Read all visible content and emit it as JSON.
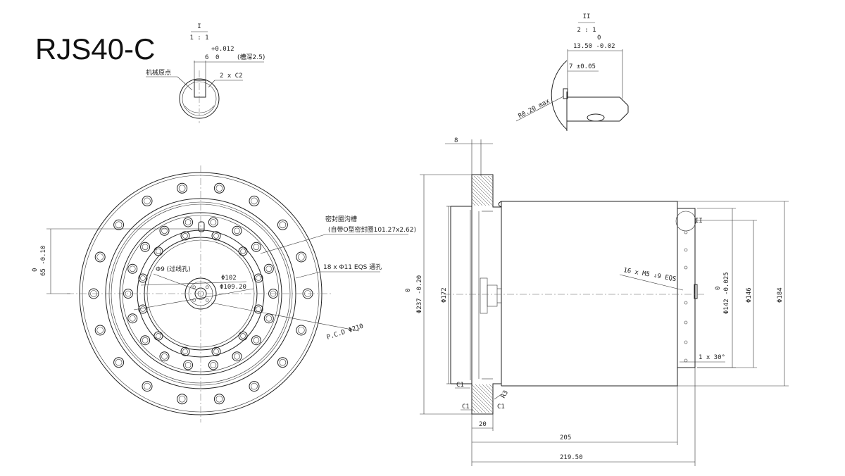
{
  "title": "RJS40-C",
  "detail1": {
    "scale_num": "I",
    "scale": "1 : 1",
    "slot_width": "6",
    "slot_tol_upper": "+0.012",
    "slot_tol_lower": "0",
    "slot_depth_note": "(槽深2.5)",
    "origin_label": "机械原点",
    "chamfer": "2 x C2"
  },
  "detail2": {
    "scale_num": "II",
    "scale": "2 : 1",
    "len_tol_upper": "0",
    "len": "13.50 -0.02",
    "groove": "7 ±0.05",
    "radius": "R0.20 max"
  },
  "front_view": {
    "dim_65": "65 -0.10",
    "dim_65_upper": "0",
    "thru_label": "Φ9 (过线孔)",
    "dia_102": "Φ102",
    "dia_109": "Φ109.20",
    "seal_label_1": "密封圈沟槽",
    "seal_label_2": "(自带O型密封圈101.27x2.62)",
    "holes_label": "18 x Φ11 EQS 通孔",
    "pcd_label": "P.C.D Φ210"
  },
  "side_view": {
    "dim_8": "8",
    "dia_237": "Φ237 -0.20",
    "dia_237_upper": "0",
    "dia_172": "Φ172",
    "tap_label": "16 x M5 ⇓9 EQS",
    "dia_142": "Φ142 -0.025",
    "dia_142_upper": "0",
    "dia_146": "Φ146",
    "dia_184": "Φ184",
    "chamfer_30": "1 x 30°",
    "c1_a": "C1",
    "c1_b": "C1",
    "c1_c": "C1",
    "r3": "R3",
    "dim_20": "20",
    "dim_205": "205",
    "dim_219": "219.50",
    "detail_mark": "II"
  }
}
